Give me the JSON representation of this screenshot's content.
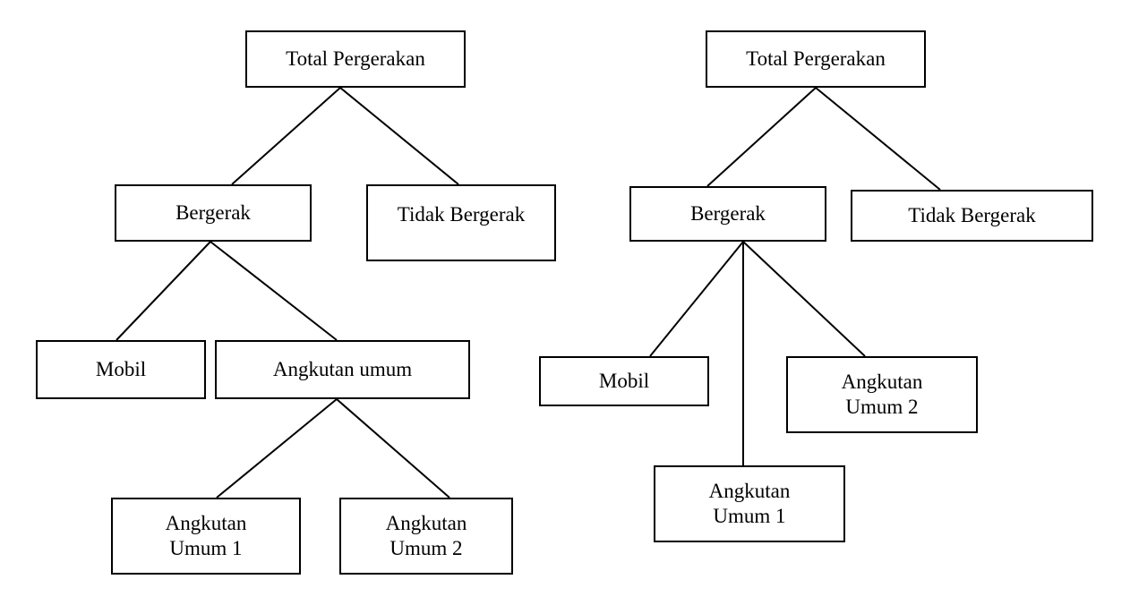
{
  "diagrams": [
    {
      "nodes": {
        "root": {
          "lines": [
            "Total Pergerakan"
          ]
        },
        "moving": {
          "lines": [
            "Bergerak"
          ]
        },
        "not_moving": {
          "lines": [
            "Tidak Bergerak"
          ]
        },
        "car": {
          "lines": [
            "Mobil"
          ]
        },
        "public_transport": {
          "lines": [
            "Angkutan umum"
          ]
        },
        "public_transport_1": {
          "lines": [
            "Angkutan",
            "Umum 1"
          ]
        },
        "public_transport_2": {
          "lines": [
            "Angkutan",
            "Umum 2"
          ]
        }
      }
    },
    {
      "nodes": {
        "root": {
          "lines": [
            "Total Pergerakan"
          ]
        },
        "moving": {
          "lines": [
            "Bergerak"
          ]
        },
        "not_moving": {
          "lines": [
            "Tidak Bergerak"
          ]
        },
        "car": {
          "lines": [
            "Mobil"
          ]
        },
        "public_transport_2": {
          "lines": [
            "Angkutan",
            "Umum 2"
          ]
        },
        "public_transport_1": {
          "lines": [
            "Angkutan",
            "Umum 1"
          ]
        }
      }
    }
  ]
}
